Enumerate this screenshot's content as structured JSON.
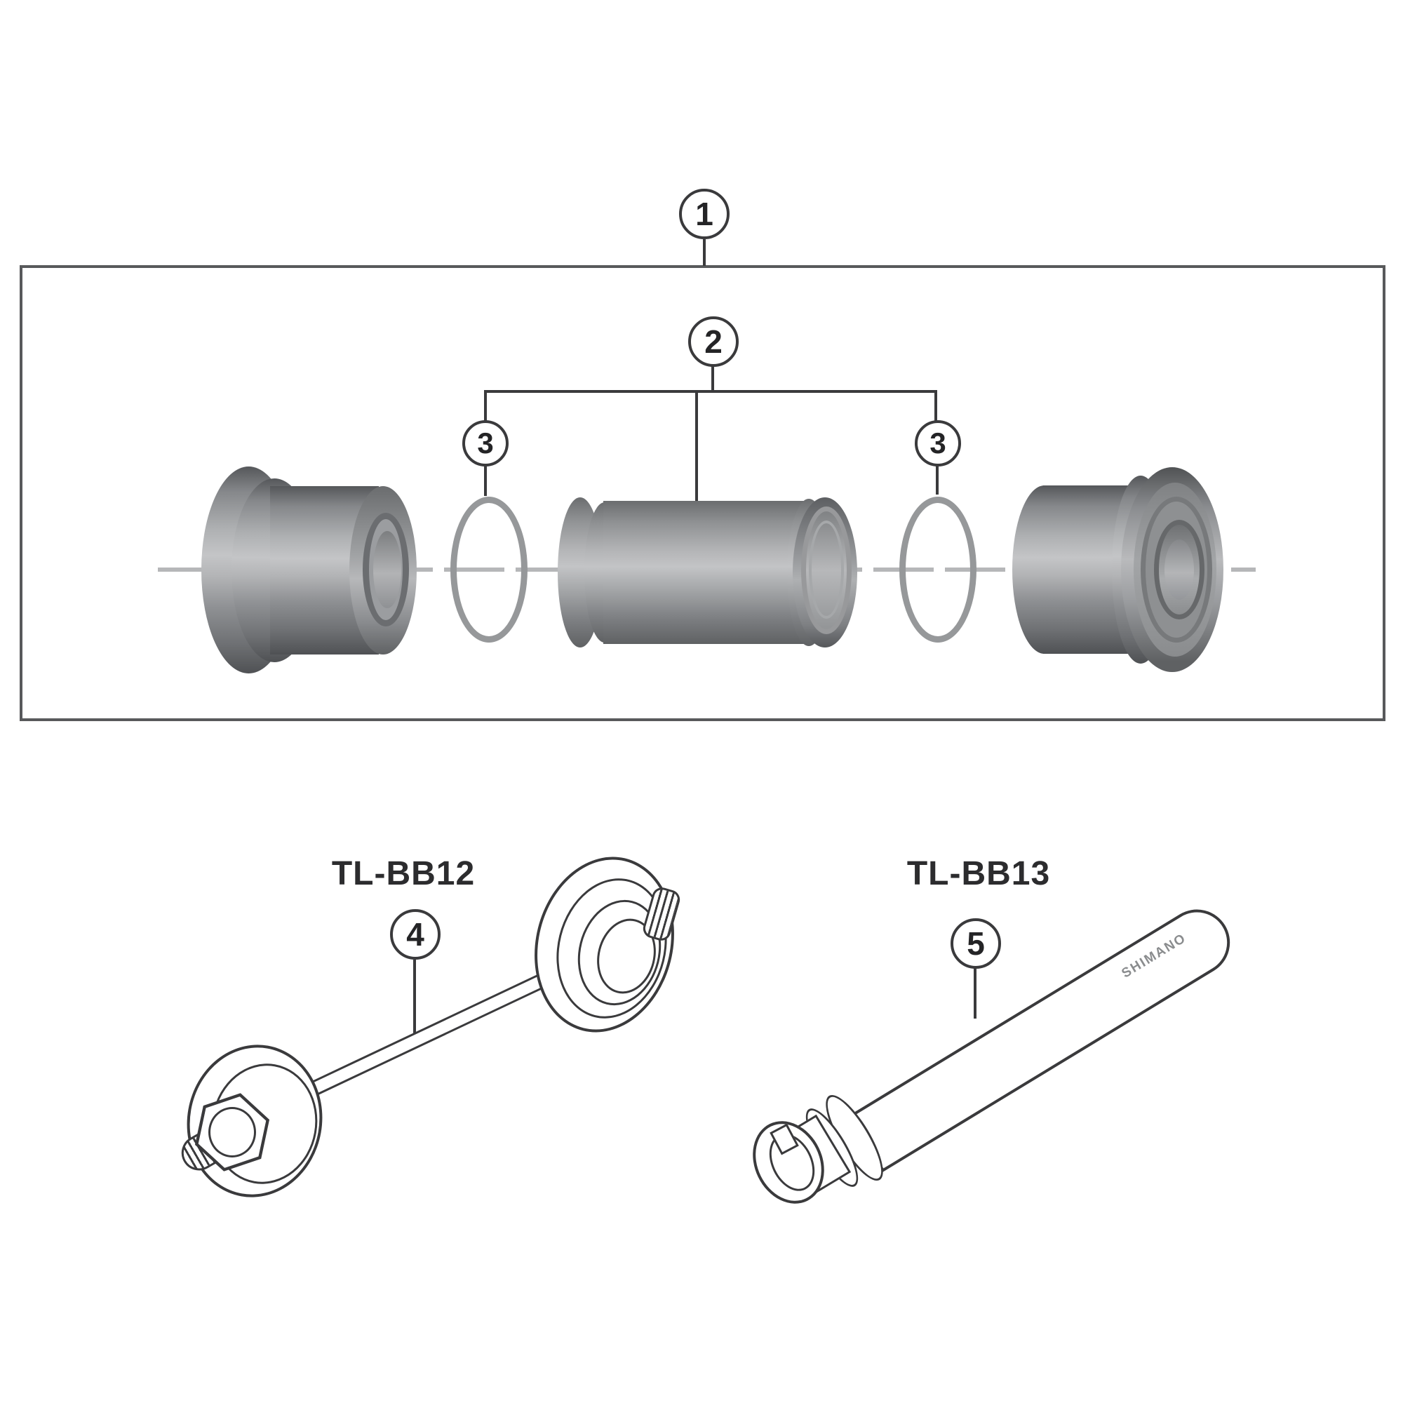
{
  "figure": {
    "background": "#ffffff",
    "line_color": "#3a3a3c",
    "box_border_color": "#58595b",
    "centerline_color": "#b6b7b9",
    "part_gray_mid": "#909295",
    "part_gray_light": "#c4c5c7",
    "part_gray_dark": "#4f5154",
    "parts_box": {
      "callout_1": "1",
      "callout_2": "2",
      "callout_3_left": "3",
      "callout_3_right": "3"
    },
    "tools": {
      "tl_bb12": {
        "label": "TL-BB12",
        "callout": "4"
      },
      "tl_bb13": {
        "label": "TL-BB13",
        "callout": "5",
        "brand_print": "SHIMANO"
      }
    }
  }
}
